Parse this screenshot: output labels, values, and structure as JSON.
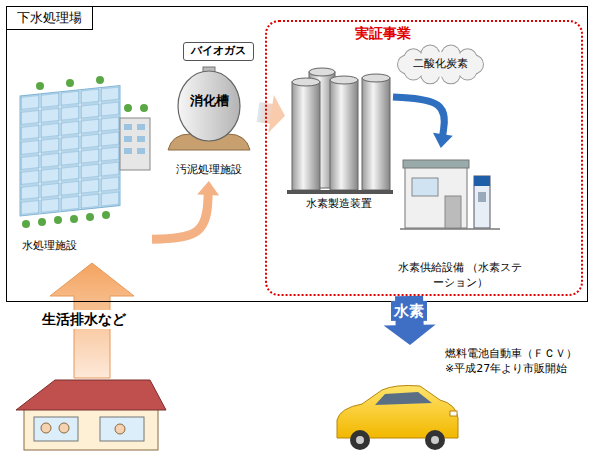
{
  "diagram": {
    "nodes": [
      {
        "text": [
          "下水処理場"
        ]
      },
      {
        "text": [
          "水処理施設"
        ],
        "in": 0
      },
      {
        "text": [
          "バイオガス"
        ],
        "in": 0
      },
      {
        "text": [
          "消化槽",
          "汚泥処理施設"
        ],
        "in": 0
      },
      {
        "text": [
          "実証事業"
        ],
        "in": 0
      },
      {
        "text": [
          "水素製造装置"
        ],
        "in": 4
      },
      {
        "text": [
          "二酸化炭素"
        ],
        "in": 4
      },
      {
        "text": [
          "水素供給設備 （水素ステーション）"
        ],
        "in": 4
      },
      {
        "text": [
          "燃料電池自動車（ＦＣＶ）",
          "※平成27年より市販開始"
        ]
      }
    ],
    "edges": [
      {
        "from": 1,
        "to": 3,
        "arrow": "to"
      },
      {
        "from": 3,
        "to": 5,
        "arrow": "to"
      },
      {
        "from": 5,
        "to": 7,
        "arrow": "to"
      },
      {
        "from": 4,
        "to": 8,
        "label": "水素",
        "arrow": "to"
      }
    ],
    "labels": [
      "生活排水など"
    ]
  }
}
